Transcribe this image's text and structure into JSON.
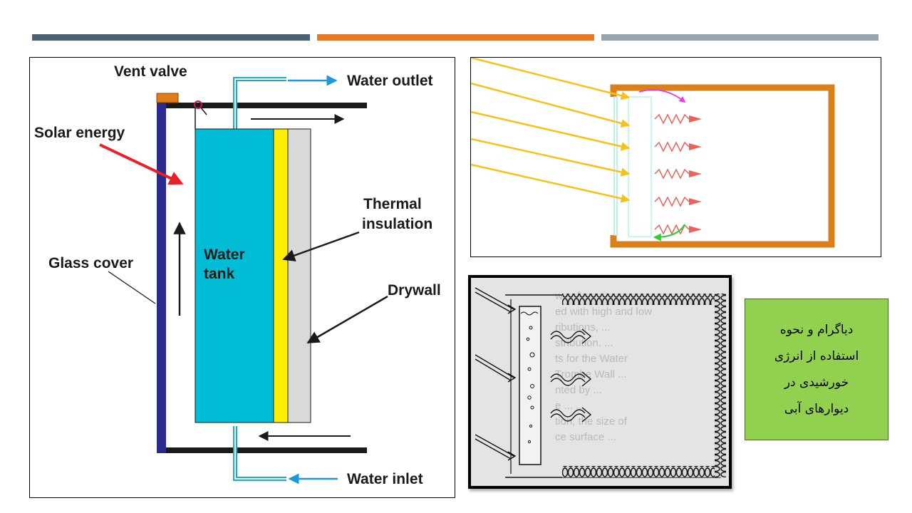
{
  "slide": {
    "top_bar_colors": [
      "#4a6171",
      "#e07b2a",
      "#99a3ab"
    ]
  },
  "left_diagram": {
    "labels": {
      "vent_valve": "Vent valve",
      "water_outlet": "Water outlet",
      "solar_energy": "Solar energy",
      "thermal_insulation_line1": "Thermal",
      "thermal_insulation_line2": "insulation",
      "water_tank_line1": "Water",
      "water_tank_line2": "tank",
      "glass_cover": "Glass cover",
      "drywall": "Drywall",
      "water_inlet": "Water inlet"
    },
    "colors": {
      "tank": "#00bcd4",
      "insulation": "#ffee00",
      "drywall": "#d9d9d9",
      "glass_cover": "#2b2a8f",
      "pipe": "#1a1a1a",
      "vent": "#e07b1a",
      "solar_arrow": "#e8202a",
      "water_arrow": "#1a9ad9"
    }
  },
  "right_diagram": {
    "colors": {
      "sun_rays": "#f5c21b",
      "wall_frame": "#d9801a",
      "heat_waves": "#e8635a",
      "top_arrow": "#e040e0",
      "bottom_arrow": "#33cc33",
      "glass": "#a8ece8"
    }
  },
  "photo_diagram": {
    "background_text": "...ws of maximum ... ...ed with high and low ... ...ributions ... ...ts for the Water ... Trombe Wall, ... ...nted by ... ...al ... ...tion, the size of ... ...ce ... surface ..."
  },
  "caption": {
    "line1": "دیاگرام و نحوه",
    "line2": "استفاده از انرژی",
    "line3": "خورشیدی در",
    "line4": "دیوارهای آبی",
    "background_color": "#92d050"
  }
}
